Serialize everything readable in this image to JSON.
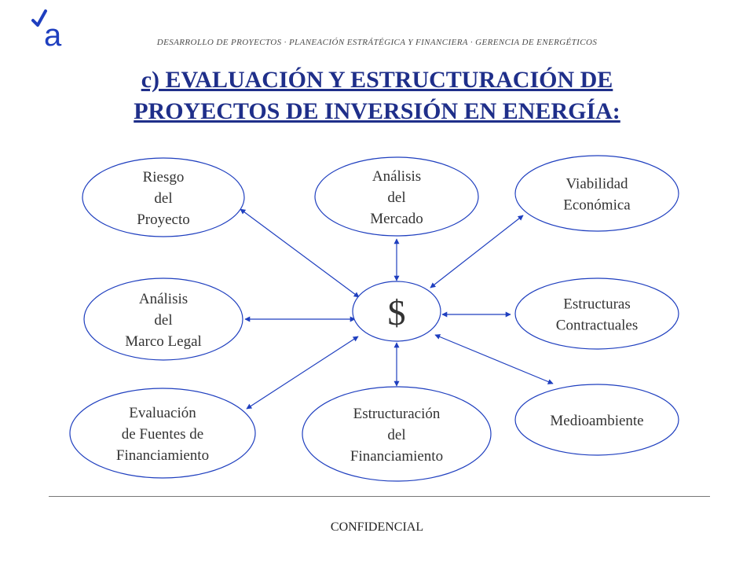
{
  "header": {
    "tagline": "DESARROLLO DE PROYECTOS  ·  PLANEACIÓN ESTRÁTÉGICA Y FINANCIERA  ·  GERENCIA DE ENERGÉTICOS",
    "title_line1": "c) EVALUACIÓN Y ESTRUCTURACIÓN DE",
    "title_line2": "PROYECTOS DE INVERSIÓN EN ENERGÍA:"
  },
  "diagram": {
    "center_label": "$",
    "nodes": [
      {
        "id": "riesgo",
        "lines": [
          "Riesgo",
          "del",
          "Proyecto"
        ]
      },
      {
        "id": "mercado",
        "lines": [
          "Análisis",
          "del",
          "Mercado"
        ]
      },
      {
        "id": "viabilidad",
        "lines": [
          "Viabilidad",
          "Económica"
        ]
      },
      {
        "id": "marco-legal",
        "lines": [
          "Análisis",
          "del",
          "Marco Legal"
        ]
      },
      {
        "id": "contractuales",
        "lines": [
          "Estructuras",
          "Contractuales"
        ]
      },
      {
        "id": "fuentes",
        "lines": [
          "Evaluación",
          "de Fuentes de",
          "Financiamiento"
        ]
      },
      {
        "id": "estructuracion",
        "lines": [
          "Estructuración",
          "del",
          "Financiamiento"
        ]
      },
      {
        "id": "medioambiente",
        "lines": [
          "Medioambiente"
        ]
      }
    ],
    "stroke_color": "#1f3fbf",
    "text_color": "#333333"
  },
  "footer": {
    "confidential": "CONFIDENCIAL"
  }
}
